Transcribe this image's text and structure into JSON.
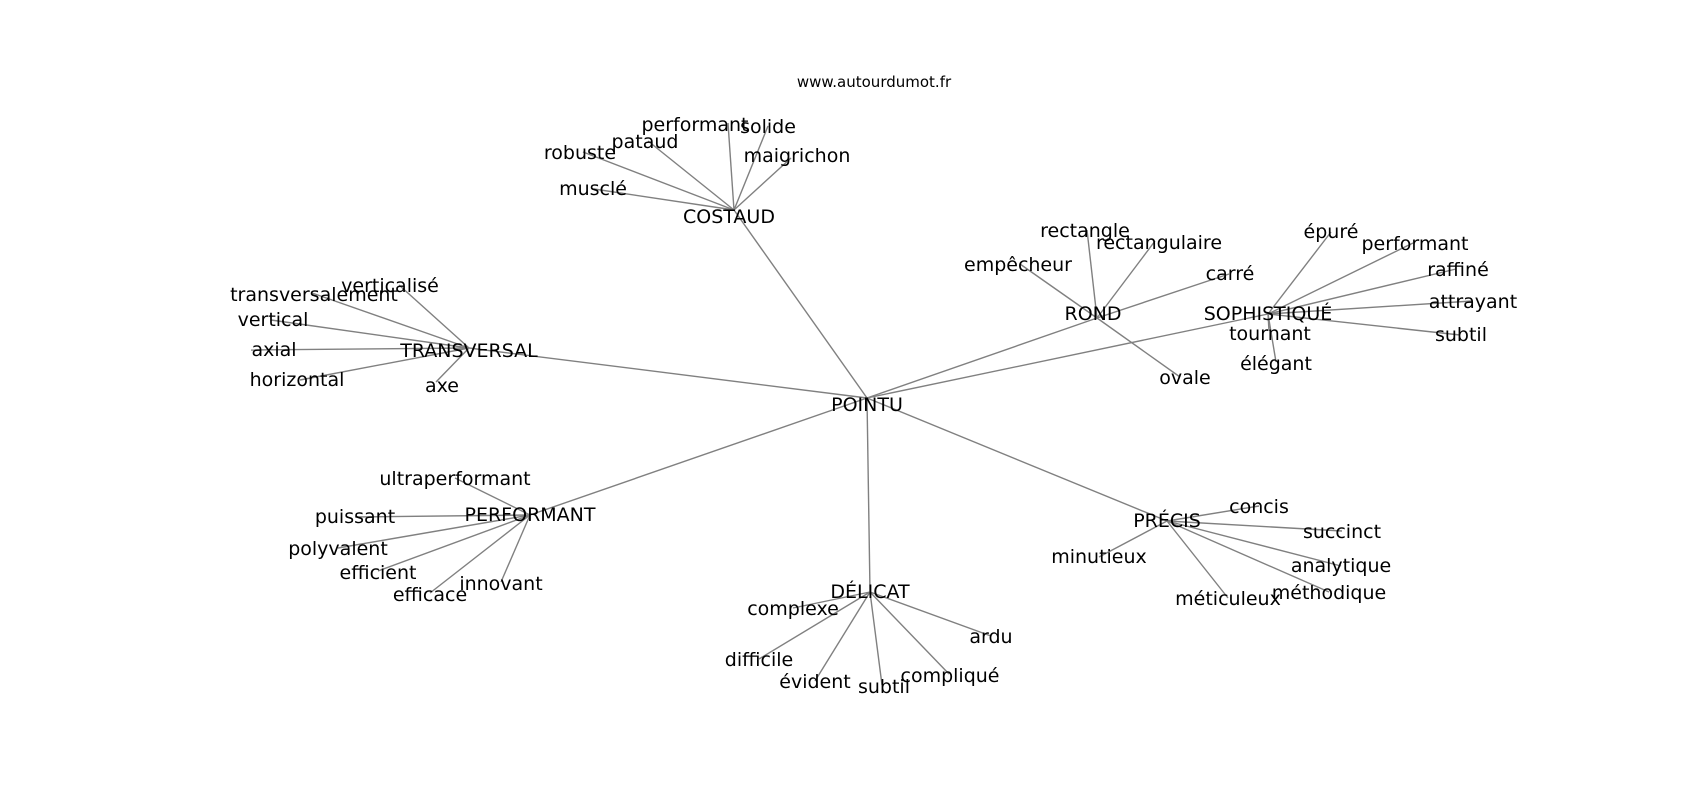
{
  "watermark": "www.autourdumot.fr",
  "graph": {
    "center": "POINTU",
    "clusters": [
      {
        "hub": "COSTAUD",
        "words": [
          "performant",
          "solide",
          "pataud",
          "robuste",
          "maigrichon",
          "musclé"
        ]
      },
      {
        "hub": "TRANSVERSAL",
        "words": [
          "verticalisé",
          "transversalement",
          "vertical",
          "axial",
          "horizontal",
          "axe"
        ]
      },
      {
        "hub": "ROND",
        "words": [
          "rectangle",
          "rectangulaire",
          "empêcheur",
          "carré",
          "ovale"
        ]
      },
      {
        "hub": "SOPHISTIQUÉ",
        "words": [
          "épuré",
          "performant",
          "raffiné",
          "attrayant",
          "tournant",
          "subtil",
          "élégant"
        ]
      },
      {
        "hub": "PERFORMANT",
        "words": [
          "ultraperformant",
          "puissant",
          "polyvalent",
          "efficient",
          "efficace",
          "innovant"
        ]
      },
      {
        "hub": "DÉLICAT",
        "words": [
          "complexe",
          "ardu",
          "difficile",
          "évident",
          "subtil",
          "compliqué"
        ]
      },
      {
        "hub": "PRÉCIS",
        "words": [
          "concis",
          "succinct",
          "minutieux",
          "analytique",
          "méthodique",
          "méticuleux"
        ]
      }
    ]
  }
}
